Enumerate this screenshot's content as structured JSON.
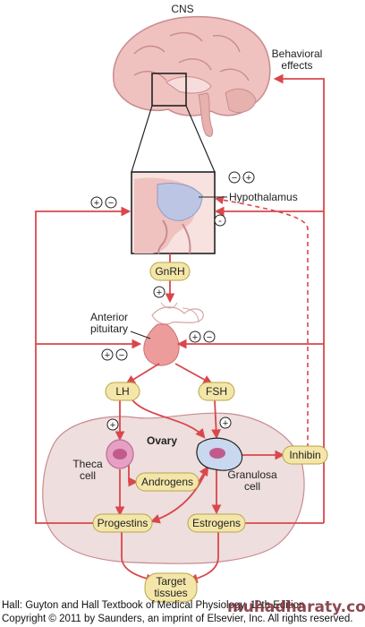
{
  "labels": {
    "cns": "CNS",
    "behavioral_line1": "Behavioral",
    "behavioral_line2": "effects",
    "hypothalamus": "Hypothalamus",
    "gnrh": "GnRH",
    "anterior_line1": "Anterior",
    "anterior_line2": "pituitary",
    "lh": "LH",
    "fsh": "FSH",
    "ovary": "Ovary",
    "theca_line1": "Theca",
    "theca_line2": "cell",
    "granulosa_line1": "Granulosa",
    "granulosa_line2": "cell",
    "androgens": "Androgens",
    "inhibin": "Inhibin",
    "progestins": "Progestins",
    "estrogens": "Estrogens",
    "target_line1": "Target",
    "target_line2": "tissues"
  },
  "signs": {
    "plus": "+",
    "minus": "−",
    "dash": "-"
  },
  "caption": {
    "line1": "Hall: Guyton and Hall Textbook of Medical Physiology, 12th Edition",
    "line2": "Copyright © 2011 by Saunders, an imprint of Elsevier, Inc. All rights reserved."
  },
  "watermark": {
    "text": "muhadharaty.com"
  },
  "colors": {
    "arrow": "#d9474c",
    "hormone_fill": "#f3e6a8",
    "hormone_stroke": "#b8a44a",
    "ovary_fill": "#eedede",
    "ovary_stroke": "#c98b8f",
    "brain_fill": "#efc2bf",
    "hypothalamus_fill": "#bcc6e4",
    "watermark": "#7a2b34"
  }
}
